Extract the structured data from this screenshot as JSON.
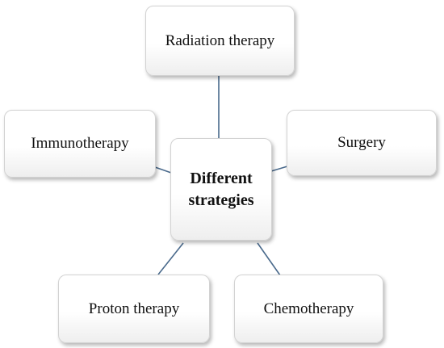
{
  "diagram": {
    "center": {
      "line1": "Different",
      "line2": "strategies"
    },
    "nodes": {
      "radiation": "Radiation therapy",
      "immunotherapy": "Immunotherapy",
      "surgery": "Surgery",
      "proton": "Proton therapy",
      "chemotherapy": "Chemotherapy"
    },
    "colors": {
      "connector": "#4a6a8c",
      "box_border": "#d2d2d2"
    }
  }
}
